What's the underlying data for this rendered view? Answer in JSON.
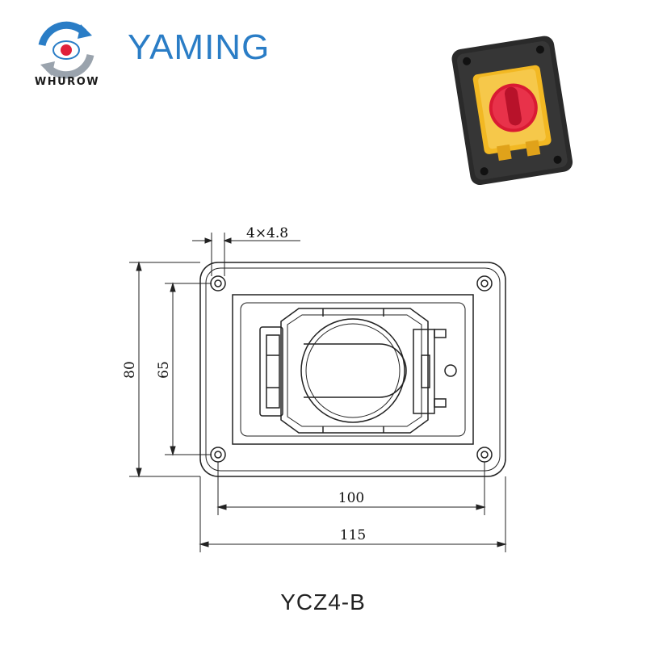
{
  "logo": {
    "text": "WHUROW",
    "icon": "circular-arrows-logo-icon"
  },
  "brand": {
    "name": "YAMING",
    "color": "#2a7dc6"
  },
  "photo": {
    "icon": "switch-product-photo",
    "colors": {
      "frame": "#2a2a2a",
      "cover": "#f2b823",
      "knob": "#e0203a"
    }
  },
  "dimensions": {
    "hole": "4×4.8",
    "height_outer": "80",
    "height_inner": "65",
    "width_inner": "100",
    "width_outer": "115"
  },
  "model": "YCZ4-B"
}
